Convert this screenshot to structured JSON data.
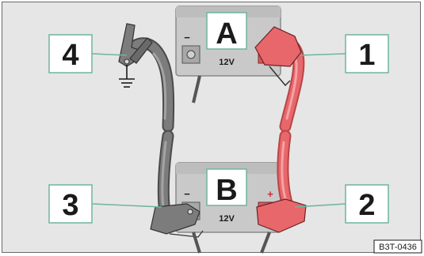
{
  "figure": {
    "battery_a": {
      "letter": "A",
      "voltage": "12V",
      "minus": "−",
      "plus": "+"
    },
    "battery_b": {
      "letter": "B",
      "voltage": "12V",
      "minus": "−",
      "plus": "+"
    },
    "steps": [
      "1",
      "2",
      "3",
      "4"
    ],
    "reference_code": "B3T-0436"
  },
  "colors": {
    "background": "#e6e6e6",
    "battery": "#c9c9c9",
    "red_cable": "#e8676b",
    "black_cable": "#6e6e6e",
    "callout_line": "#6fb59a"
  }
}
